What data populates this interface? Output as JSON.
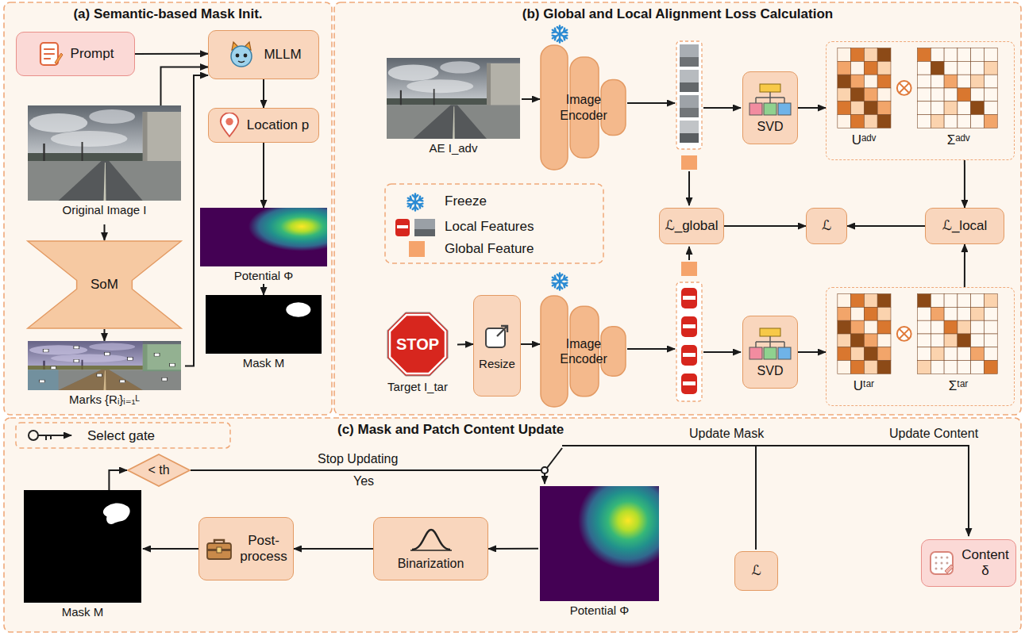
{
  "diagram": {
    "nodes": [
      {
        "text": [
          "(a) Semantic-based Mask Init."
        ]
      },
      {
        "text": [
          "(b) Global and Local Alignment Loss Calculation"
        ]
      },
      {
        "text": [
          "(c) Mask and Patch Content Update"
        ]
      },
      {
        "text": [
          "Prompt"
        ],
        "in": 0
      },
      {
        "text": [
          "MLLM"
        ],
        "in": 0
      },
      {
        "text": [
          "Original Image I"
        ],
        "in": 0
      },
      {
        "text": [
          "SoM"
        ],
        "in": 0
      },
      {
        "text": [
          "Marks {Rᵢ}ᵢ₌₁ᴸ"
        ],
        "in": 0
      },
      {
        "text": [
          "Location p"
        ],
        "in": 0
      },
      {
        "text": [
          "Potential Φ"
        ],
        "in": 0
      },
      {
        "text": [
          "Mask M"
        ],
        "in": 0
      },
      {
        "text": [
          "AE I_adv"
        ],
        "in": 1
      },
      {
        "text": [
          "Image Encoder"
        ],
        "in": 1
      },
      {
        "text": [
          "SVD"
        ],
        "in": 1
      },
      {
        "text": [
          "Uᵃᵈᵛ",
          "Σᵃᵈᵛ"
        ],
        "in": 1
      },
      {
        "text": [
          "ℒ_global"
        ],
        "in": 1
      },
      {
        "text": [
          "ℒ"
        ],
        "in": 1
      },
      {
        "text": [
          "ℒ_local"
        ],
        "in": 1
      },
      {
        "text": [
          "Target I_tar"
        ],
        "in": 1
      },
      {
        "text": [
          "Resize"
        ],
        "in": 1
      },
      {
        "text": [
          "Image Encoder"
        ],
        "in": 1
      },
      {
        "text": [
          "SVD"
        ],
        "in": 1
      },
      {
        "text": [
          "Uᵗᵃʳ",
          "Σᵗᵃʳ"
        ],
        "in": 1
      },
      {
        "text": [
          "< th"
        ],
        "in": 2
      },
      {
        "text": [
          "Mask M"
        ],
        "in": 2
      },
      {
        "text": [
          "Post- process"
        ],
        "in": 2
      },
      {
        "text": [
          "Binarization"
        ],
        "in": 2
      },
      {
        "text": [
          "Potential Φ"
        ],
        "in": 2
      },
      {
        "text": [
          "ℒ"
        ],
        "in": 2
      },
      {
        "text": [
          "Content δ"
        ],
        "in": 2
      }
    ],
    "edges": [
      {
        "from": 3,
        "to": 4,
        "arrow": "to"
      },
      {
        "from": 5,
        "to": 4,
        "arrow": "to"
      },
      {
        "from": 5,
        "to": 6,
        "arrow": "to"
      },
      {
        "from": 6,
        "to": 7,
        "arrow": "to"
      },
      {
        "from": 7,
        "to": 4,
        "arrow": "to"
      },
      {
        "from": 4,
        "to": 8,
        "arrow": "to"
      },
      {
        "from": 8,
        "to": 9,
        "arrow": "to"
      },
      {
        "from": 9,
        "to": 10,
        "arrow": "to"
      },
      {
        "from": 11,
        "to": 12,
        "arrow": "to"
      },
      {
        "from": 13,
        "to": 14,
        "arrow": "to"
      },
      {
        "from": 14,
        "to": 17,
        "arrow": "to"
      },
      {
        "from": 15,
        "to": 16,
        "arrow": "to"
      },
      {
        "from": 17,
        "to": 16,
        "arrow": "to"
      },
      {
        "from": 18,
        "to": 19,
        "arrow": "to"
      },
      {
        "from": 19,
        "to": 20,
        "arrow": "to"
      },
      {
        "from": 21,
        "to": 22,
        "arrow": "to"
      },
      {
        "from": 22,
        "to": 17,
        "arrow": "to"
      },
      {
        "from": 27,
        "to": 26,
        "arrow": "to"
      },
      {
        "from": 26,
        "to": 25,
        "arrow": "to"
      },
      {
        "from": 25,
        "to": 24,
        "arrow": "to"
      },
      {
        "from": 24,
        "to": 23,
        "arrow": "to"
      }
    ],
    "labels": [
      "Stop Updating",
      "Yes",
      "Update Mask",
      "Update Content",
      "STOP"
    ],
    "legend": [
      {
        "text": "Freeze"
      },
      {
        "text": "Local Features"
      },
      {
        "text": "Global Feature",
        "color": "#f5a46c"
      },
      {
        "text": "Select gate"
      }
    ]
  }
}
